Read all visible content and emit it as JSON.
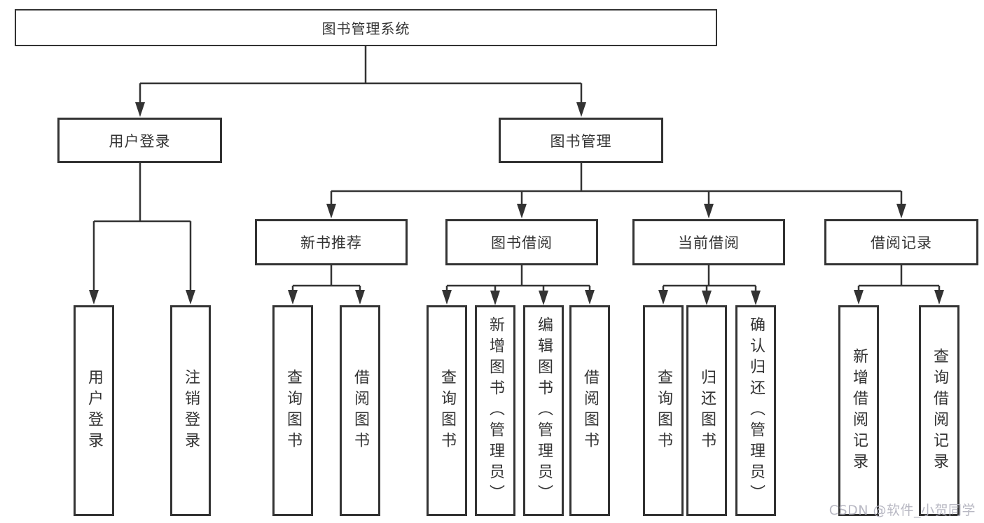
{
  "tree": {
    "root": {
      "label": "图书管理系统"
    },
    "branches": [
      {
        "label": "用户登录",
        "children": [
          {
            "label": "用户登录"
          },
          {
            "label": "注销登录"
          }
        ]
      },
      {
        "label": "图书管理",
        "modules": [
          {
            "label": "新书推荐",
            "children": [
              {
                "label": "查询图书"
              },
              {
                "label": "借阅图书"
              }
            ]
          },
          {
            "label": "图书借阅",
            "children": [
              {
                "label": "查询图书"
              },
              {
                "label": "新增图书（管理员）"
              },
              {
                "label": "编辑图书（管理员）"
              },
              {
                "label": "借阅图书"
              }
            ]
          },
          {
            "label": "当前借阅",
            "children": [
              {
                "label": "查询图书"
              },
              {
                "label": "归还图书"
              },
              {
                "label": "确认归还（管理员）"
              }
            ]
          },
          {
            "label": "借阅记录",
            "children": [
              {
                "label": "新增借阅记录"
              },
              {
                "label": "查询借阅记录"
              }
            ]
          }
        ]
      }
    ]
  },
  "watermark": {
    "text": "CSDN @软件_小贺同学",
    "color": "rgba(176,176,188,0.9)"
  },
  "colors": {
    "line": "#333333",
    "box_border": "#333333",
    "box_background": "#ffffff",
    "text": "#333333",
    "page_background": "#ffffff"
  }
}
